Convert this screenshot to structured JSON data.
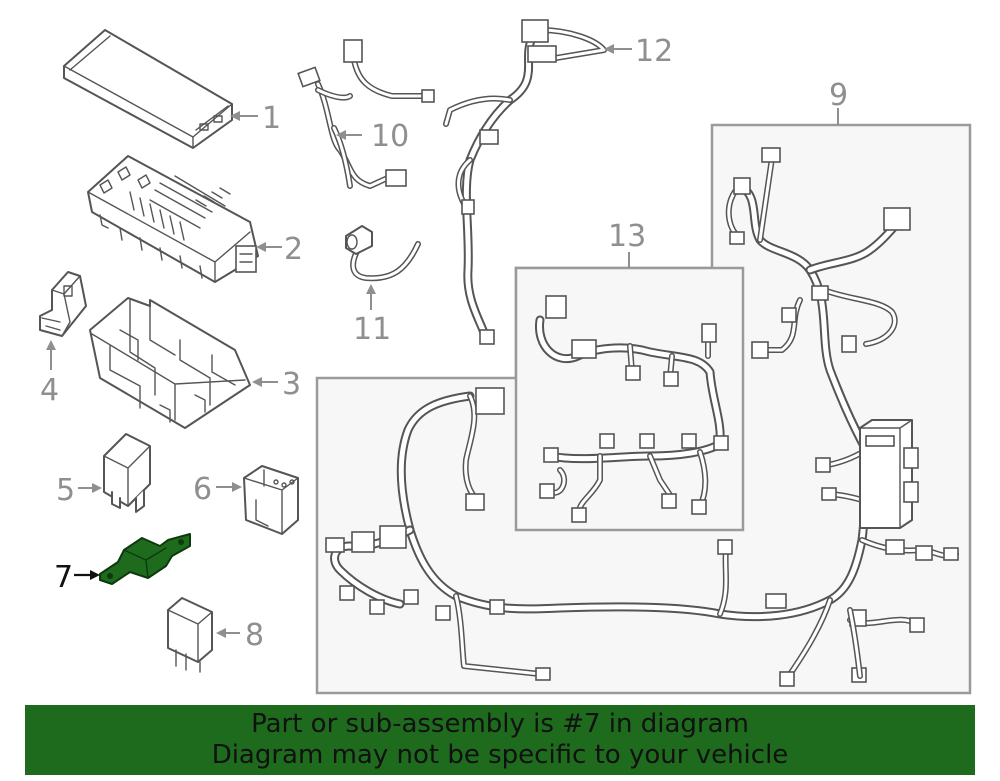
{
  "callouts": {
    "c1": "1",
    "c2": "2",
    "c3": "3",
    "c4": "4",
    "c5": "5",
    "c6": "6",
    "c7": "7",
    "c8": "8",
    "c9": "9",
    "c10": "10",
    "c11": "11",
    "c12": "12",
    "c13": "13"
  },
  "highlighted_part": "7",
  "colors": {
    "highlight": "#1e6b1e",
    "banner_background": "#1e6b1e",
    "banner_text": "#111111",
    "callout_text": "#8f8f8f",
    "panel_fill": "#f7f7f7"
  },
  "banner": {
    "line1": "Part or sub-assembly is #7 in diagram",
    "line2": "Diagram may not be specific to your vehicle"
  }
}
